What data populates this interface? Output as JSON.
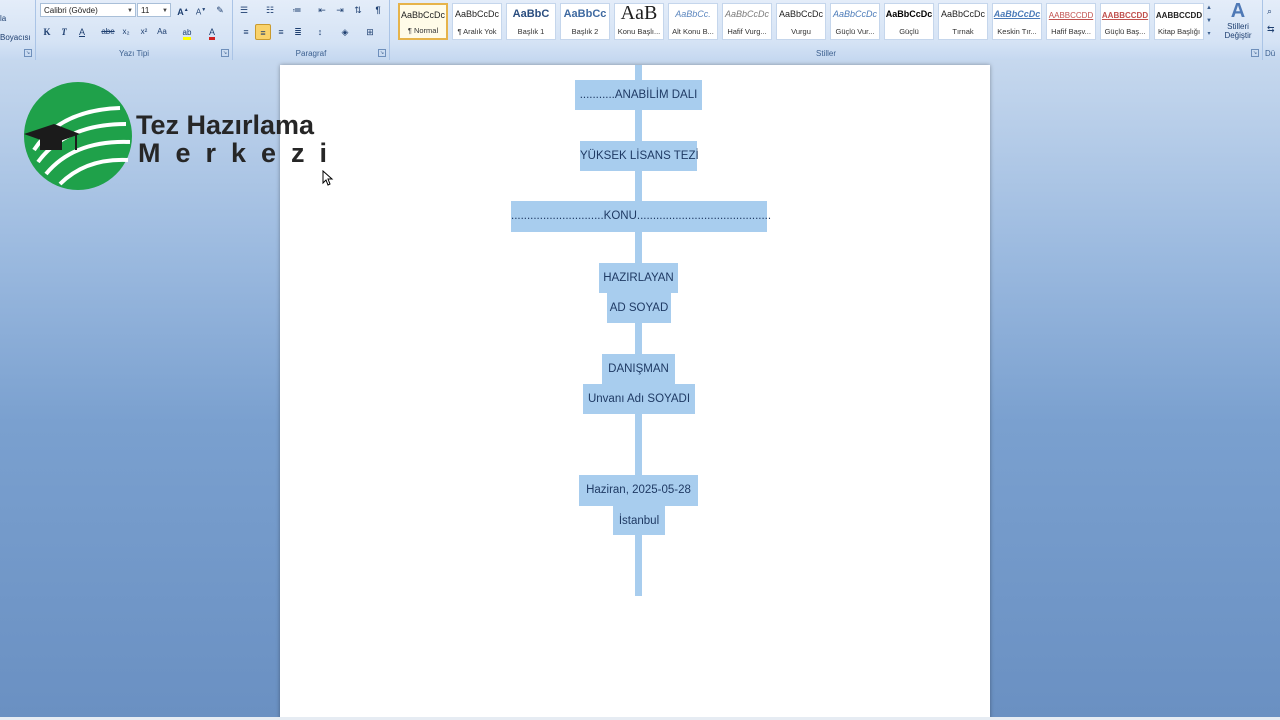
{
  "ribbon": {
    "clipboard": {
      "partial_top": "la",
      "partial_bottom": "Boyacısı"
    },
    "font": {
      "family": "Calibri (Gövde)",
      "size": "11",
      "group_label": "Yazı Tipi",
      "bold": "K",
      "italic": "T",
      "underline": "A",
      "strike": "abe",
      "subscript": "x₂",
      "superscript": "x²",
      "change_case": "Aa",
      "grow": "A",
      "shrink": "A"
    },
    "paragraph": {
      "group_label": "Paragraf",
      "show_marks": "¶"
    },
    "styles": {
      "group_label": "Stiller",
      "change_styles_line1": "Stilleri",
      "change_styles_line2": "Değiştir",
      "items": [
        {
          "sample": "AaBbCcDc",
          "name": "¶ Normal",
          "color": "#1f1f1f"
        },
        {
          "sample": "AaBbCcDc",
          "name": "¶ Aralık Yok",
          "color": "#1f1f1f"
        },
        {
          "sample": "AaBbC",
          "name": "Başlık 1",
          "color": "#2a4d7f"
        },
        {
          "sample": "AaBbCc",
          "name": "Başlık 2",
          "color": "#3f6aa1"
        },
        {
          "sample": "AaB",
          "name": "Konu Başlı...",
          "color": "#1f1f1f"
        },
        {
          "sample": "AaBbCc.",
          "name": "Alt Konu B...",
          "color": "#5b86be"
        },
        {
          "sample": "AaBbCcDc",
          "name": "Hafif Vurg...",
          "color": "#7a7a7a"
        },
        {
          "sample": "AaBbCcDc",
          "name": "Vurgu",
          "color": "#1f1f1f"
        },
        {
          "sample": "AaBbCcDc",
          "name": "Güçlü Vur...",
          "color": "#4a7ab8"
        },
        {
          "sample": "AaBbCcDc",
          "name": "Güçlü",
          "color": "#000000"
        },
        {
          "sample": "AaBbCcDc",
          "name": "Tırnak",
          "color": "#1f1f1f"
        },
        {
          "sample": "AaBbCcDc",
          "name": "Keskin Tır...",
          "color": "#4a7ab8"
        },
        {
          "sample": "AABBCCDD",
          "name": "Hafif Başv...",
          "color": "#c0504d"
        },
        {
          "sample": "AABBCCDD",
          "name": "Güçlü Baş...",
          "color": "#c0504d"
        },
        {
          "sample": "AABBCCDD",
          "name": "Kitap Başlığı",
          "color": "#1f1f1f"
        }
      ]
    },
    "editing_partial": "Dü"
  },
  "logo": {
    "line1": "Tez Hazırlama",
    "line2": "Merkezi",
    "green": "#1fa14a",
    "dark_green": "#0b6b2b"
  },
  "document": {
    "lines": {
      "department": "...........ANABİLİM DALI",
      "thesis_type": "YÜKSEK LİSANS TEZİ",
      "subject": ".............................KONU..........................................",
      "prepared_by_label": "HAZIRLAYAN",
      "author": "AD SOYAD",
      "advisor_label": "DANIŞMAN",
      "advisor_name": "Unvanı Adı SOYADI",
      "date": "Haziran, 2025-05-28",
      "city": "İstanbul"
    },
    "selection_color": "#a8cdee"
  }
}
